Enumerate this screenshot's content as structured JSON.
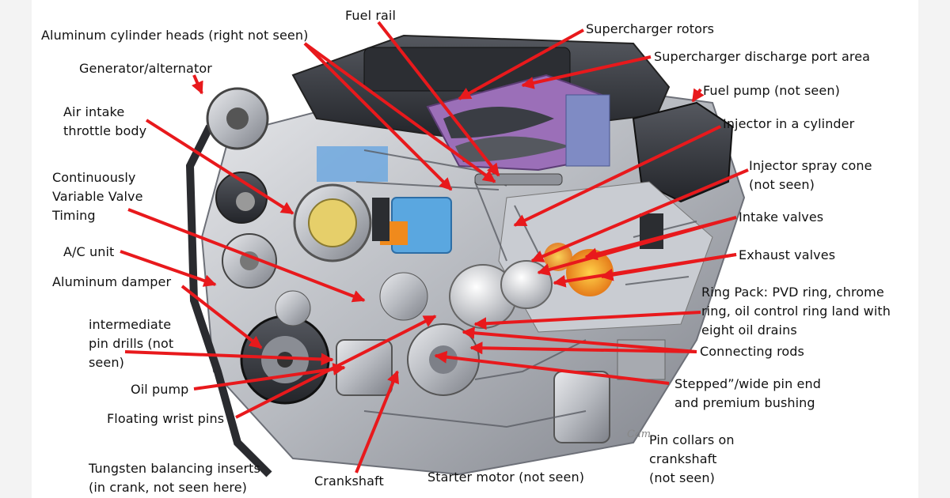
{
  "labels": {
    "fuel_rail": "Fuel rail",
    "aluminum_heads": "Aluminum cylinder heads (right not seen)",
    "supercharger_rotors": "Supercharger rotors",
    "supercharger_discharge": "Supercharger discharge port area",
    "generator": "Generator/alternator",
    "fuel_pump": "Fuel pump (not seen)",
    "air_intake": "Air intake\nthrottle body",
    "injector_cylinder": "Injector in a cylinder",
    "injector_spray": "Injector spray cone\n(not seen)",
    "cvvt": "Continuously\nVariable Valve\nTiming",
    "intake_valves": "Intake valves",
    "ac_unit": "A/C unit",
    "exhaust_valves": "Exhaust valves",
    "aluminum_damper": "Aluminum damper",
    "ring_pack": "Ring Pack: PVD ring, chrome\nring, oil control ring land with\neight oil drains",
    "intermediate_pin": "intermediate\npin drills (not\nseen)",
    "connecting_rods": "Connecting rods",
    "oil_pump": "Oil pump",
    "stepped_pin": "Stepped”/wide pin end\nand premium bushing",
    "floating_pins": "Floating wrist pins",
    "pin_collars": "Pin collars on\ncrankshaft\n(not seen)",
    "tungsten": "Tungsten balancing inserts\n(in crank, not seen here)",
    "crankshaft": "Crankshaft",
    "starter_motor": "Starter motor (not seen)"
  },
  "colors": {
    "arrow": "#e8191c",
    "engine_metal": "#b9bcc2",
    "engine_dark": "#3a3d44",
    "supercharger_purple": "#9b6fb8",
    "coolant_blue": "#5aa7e0",
    "combustion_orange": "#f08a1c"
  }
}
